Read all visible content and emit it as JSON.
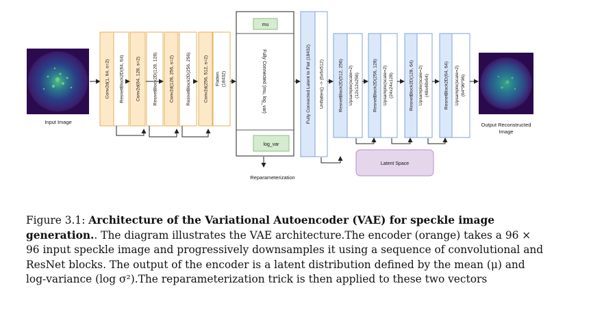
{
  "diagram": {
    "input_label": "Input Image",
    "output_label_line1": "Output Reconstructed",
    "output_label_line2": "Image",
    "encoder_blocks": [
      {
        "id": "conv1",
        "text": "Conv2d(1, 64, s=2)",
        "kind": "conv"
      },
      {
        "id": "res1",
        "text": "ResnetBlock2D(64, 64)",
        "kind": "res"
      },
      {
        "id": "conv2",
        "text": "Conv2d(64, 128, s=2)",
        "kind": "conv"
      },
      {
        "id": "res2",
        "text": "ResnetBlock2D(128, 128)",
        "kind": "res"
      },
      {
        "id": "conv3",
        "text": "Conv2d(128, 256, s=2)",
        "kind": "conv"
      },
      {
        "id": "res3",
        "text": "ResnetBlock2D(256, 256)",
        "kind": "res"
      },
      {
        "id": "conv4",
        "text": "Conv2d(256, 512, s=2)",
        "kind": "conv"
      },
      {
        "id": "flatten",
        "text": "Flatten",
        "text2": "(18432)",
        "kind": "res"
      }
    ],
    "latent": {
      "mu": "mu",
      "fc": "Fully Connected (mu, log_var)",
      "log_var": "log_var",
      "reparam": "Reparameterization"
    },
    "decoder_blocks": [
      {
        "id": "fc_flat",
        "text": "Fully Connected Latent to Flat (18432)",
        "kind": "blue"
      },
      {
        "id": "unflatten",
        "text": "Unflatten() -> (6x6x512)",
        "kind": "white"
      },
      {
        "id": "dres1",
        "text": "ResnetBlock2D(512, 256)",
        "kind": "blue"
      },
      {
        "id": "up1",
        "text": "Upsample(scale=2)",
        "text2": "(12x12x256)",
        "kind": "white"
      },
      {
        "id": "dres2",
        "text": "ResnetBlock2D(256, 128)",
        "kind": "blue"
      },
      {
        "id": "up2",
        "text": "Upsample(scale=2)",
        "text2": "(24x24x128)",
        "kind": "white"
      },
      {
        "id": "dres3",
        "text": "ResnetBlock2D(128, 64)",
        "kind": "blue"
      },
      {
        "id": "up3",
        "text": "Upsample(scale=2)",
        "text2": "(48x48x64)",
        "kind": "white"
      },
      {
        "id": "dres4",
        "text": "ResnetBlock2D(64, 64)",
        "kind": "blue"
      },
      {
        "id": "up4",
        "text": "Upsample(scale=2)",
        "text2": "(64*96*96)",
        "kind": "white"
      }
    ],
    "latent_space": "Latent Space",
    "colors": {
      "encoder_fill": "#fde9c8",
      "encoder_stroke": "#e3b15c",
      "decoder_fill": "#dbe8fa",
      "decoder_stroke": "#7fa3d6",
      "latent_fill": "#e6d6ec",
      "latent_stroke": "#b48fc6",
      "mu_fill": "#d6ebd0",
      "mu_stroke": "#8cbf80"
    }
  },
  "caption": {
    "prefix": "Figure 3.1: ",
    "bold": "Architecture of the Variational Autoencoder (VAE) for speckle image generation.",
    "text": ". The diagram illustrates the VAE architecture.The encoder (orange) takes a 96 × 96 input speckle image and progressively downsamples it using a sequence of convolutional and ResNet blocks. The output of the encoder is a latent distribution defined by the mean (μ) and log-variance (log σ²).The reparameterization trick is then applied to these two vectors"
  }
}
